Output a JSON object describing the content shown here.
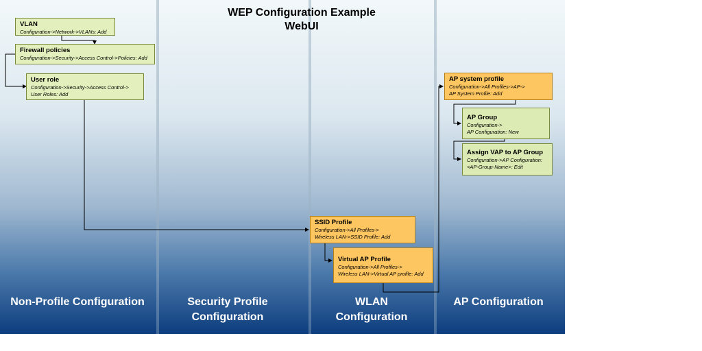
{
  "diagram": {
    "title_line1": "WEP Configuration Example",
    "title_line2": "WebUI",
    "lanes": [
      {
        "line1": "Non-Profile Configuration",
        "line2": ""
      },
      {
        "line1": "Security Profile",
        "line2": "Configuration"
      },
      {
        "line1": "WLAN",
        "line2": "Configuration"
      },
      {
        "line1": "AP Configuration",
        "line2": ""
      }
    ],
    "boxes": {
      "vlan": {
        "title": "VLAN",
        "path": "Configuration->Network->VLANs: Add"
      },
      "firewall": {
        "title": "Firewall policies",
        "path": "Configuration->Security->Access Control->Policies: Add"
      },
      "user_role": {
        "title": "User role",
        "path": "Configuration->Security->Access Control->\nUser Roles: Add"
      },
      "ssid": {
        "title": "SSID Profile",
        "path": "Configuration->All Profiles->\nWireless LAN->SSID Profile: Add"
      },
      "virtual_ap": {
        "title": "Virtual AP Profile",
        "path": "Configuration->All Profiles->\nWireless LAN->Virtual AP profile: Add"
      },
      "ap_system": {
        "title": "AP system profile",
        "path": "Configuration->All Profiles->AP->\nAP System Profile: Add"
      },
      "ap_group": {
        "title": "AP Group",
        "path": "Configuration->\nAP Configuration: New"
      },
      "assign_vap": {
        "title": "Assign VAP to AP Group",
        "path": "Configuration->AP Configuration:\n<AP-Group-Name>: Edit"
      }
    },
    "colors": {
      "step_box": "#e3efbc",
      "highlight_box": "#fdc661",
      "lane_label": "#ffffff"
    }
  }
}
